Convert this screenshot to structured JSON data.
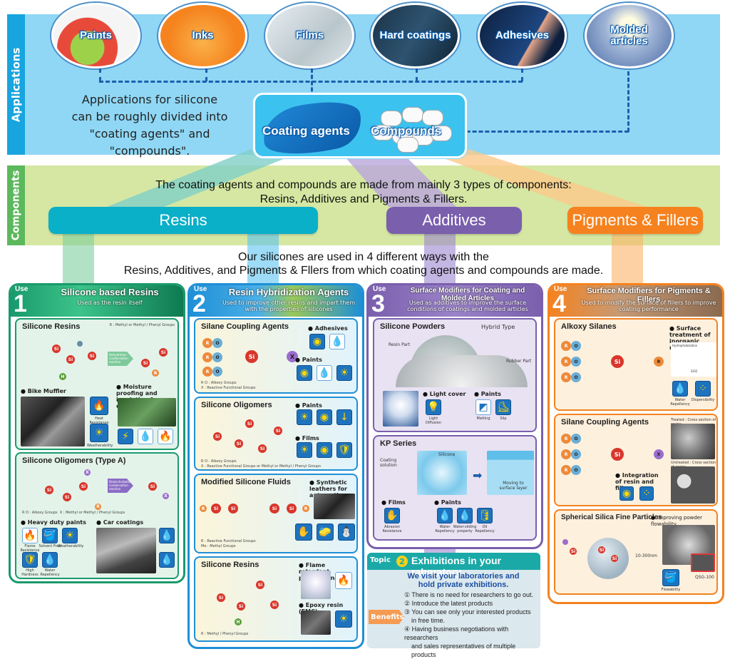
{
  "applications": {
    "section_label": "Applications",
    "items": [
      {
        "label": "Paints"
      },
      {
        "label": "Inks"
      },
      {
        "label": "Films"
      },
      {
        "label": "Hard coatings"
      },
      {
        "label": "Adhesives"
      },
      {
        "label": "Molded articles"
      }
    ],
    "description": [
      "Applications for silicone",
      "can be roughly divided into",
      "\"coating agents\" and \"compounds\"."
    ],
    "coating_agents_label": "Coating agents",
    "compounds_label": "Compounds"
  },
  "components": {
    "section_label": "Components",
    "description": [
      "The coating agents and compounds are made from mainly 3 types of components:",
      "Resins, Additives and Pigments & Fillers."
    ],
    "types": [
      {
        "label": "Resins",
        "color": "#0aafc8"
      },
      {
        "label": "Additives",
        "color": "#7a5fad"
      },
      {
        "label": "Pigments & Fillers",
        "color": "#f5821f"
      }
    ]
  },
  "ways_text": [
    "Our silicones are used in 4 different ways with the",
    "Resins, Additives, and Pigments & Fllers from which coating agents and compounds are made."
  ],
  "uses": [
    {
      "badge": "Use",
      "number": "1",
      "title": "Silicone based Resins",
      "subtitle": "Used as the resin itself",
      "color": "#1a9a6c",
      "sections": [
        {
          "title": "Silicone Resins",
          "legend": "R : Methyl or Methyl / Phenyl Groups",
          "reaction": "Dehydration condensation reaction",
          "apps": [
            {
              "label": "Bike Muffler",
              "icons": [
                "Heat Resistance",
                "Weatherability"
              ]
            },
            {
              "label": "Moisture proofing and insulation for circuit board",
              "icons": [
                "Electrical Insulation",
                "Water Resistance",
                "Flame Resistance"
              ]
            }
          ]
        },
        {
          "title": "Silicone Oligomers (Type A)",
          "legend": [
            "R O : Alkoxy Groups",
            "X : Methyl or Methyl / Phenyl Groups"
          ],
          "reaction": "Dealcoholization condensation reaction",
          "apps": [
            {
              "label": "Heavy duty paints",
              "icons": [
                "Flame Resistance",
                "Solvent Free",
                "Weatherability",
                "High Hardness",
                "Water Repellency"
              ]
            },
            {
              "label": "Car coatings",
              "icons": [
                "Water-sliding property",
                "Water Repellency"
              ]
            }
          ]
        }
      ]
    },
    {
      "badge": "Use",
      "number": "2",
      "title": "Resin Hybridization Agents",
      "subtitle": "Used to improve other resins and impart them with the properties of silicones",
      "color": "#1e8fd6",
      "sections": [
        {
          "title": "Silane Coupling Agents",
          "legend": [
            "R O : Alkoxy Groups",
            "X : Reactive Functional Groups"
          ],
          "apps": [
            {
              "label": "Adhesives",
              "icons": [
                "Adhesion",
                "Water Resistance"
              ]
            },
            {
              "label": "Paints",
              "icons": [
                "Adhesion",
                "Water Resistance",
                "Weatherability"
              ]
            }
          ]
        },
        {
          "title": "Silicone Oligomers",
          "legend": [
            "R O : Alkoxy Groups",
            "X : Reactive Functional Groups or Methyl or Methyl / Phenyl Groups"
          ],
          "apps": [
            {
              "label": "Paints",
              "icons": [
                "Weatherability",
                "Adhesion",
                "Hydrophilic Anti-staining"
              ]
            },
            {
              "label": "Films",
              "icons": [
                "Weatherability",
                "Adhesion",
                "High Hardness"
              ]
            }
          ]
        },
        {
          "title": "Modified Silicone Fluids",
          "legend": [
            "R : Reactive Functional Groups",
            "Me : Methyl Groups"
          ],
          "apps": [
            {
              "label": "Synthetic leathers for automotive",
              "icons": [
                "Abrasion Resistance",
                "Wear Resistance",
                "Cold Resistance"
              ]
            }
          ]
        },
        {
          "title": "Silicone Resins",
          "legend": [
            "R : Methyl / Phenyl Groups"
          ],
          "apps": [
            {
              "label": "Flame retardant polycarbonate",
              "icons": [
                "Flame Resistance"
              ]
            },
            {
              "label": "Epoxy resin (EMC)",
              "icons": [
                "Weatherability"
              ]
            }
          ]
        }
      ]
    },
    {
      "badge": "Use",
      "number": "3",
      "title": "Surface Modifiers for Coating and Molded Articles",
      "subtitle": "Used as additives to improve the surface conditions of coatings and molded articles",
      "color": "#7a5fad",
      "sections": [
        {
          "title": "Silicone Powders",
          "tag": "Hybrid Type",
          "labels": [
            "Resin Part",
            "Rubber Part"
          ],
          "apps": [
            {
              "label": "Light cover",
              "icons": [
                "Light Diffusion"
              ]
            },
            {
              "label": "Paints",
              "icons": [
                "Matting",
                "Slip"
              ]
            }
          ]
        },
        {
          "title": "KP Series",
          "labels": [
            "Coating solution",
            "Silicone",
            "Moving to surface layer"
          ],
          "apps": [
            {
              "label": "Films",
              "icons": [
                "Abrasion Resistance"
              ]
            },
            {
              "label": "Paints",
              "icons": [
                "Water Repellency",
                "Water-sliding property",
                "Oil Repellency"
              ]
            }
          ]
        }
      ]
    },
    {
      "badge": "Use",
      "number": "4",
      "title": "Surface Modifiers for Pigments & Fillers",
      "subtitle": "Used to modify the surface of fillers to improve coating performance",
      "color": "#f5821f",
      "sections": [
        {
          "title": "Alkoxy Silanes",
          "apps": [
            {
              "label": "Surface treatment of inorganic materials",
              "icons": [
                "Water Repellency",
                "Dispersibility"
              ]
            }
          ],
          "diagram_labels": [
            "Hydrophobization",
            "SiO2"
          ]
        },
        {
          "title": "Silane Coupling Agents",
          "photo_labels": [
            "Treated : Cross section of resins",
            "Untreated : Cross section of resins"
          ],
          "apps": [
            {
              "label": "Integration of resin and filler",
              "icons": [
                "Adhesion",
                "Dispersibility"
              ]
            }
          ]
        },
        {
          "title": "Spherical Silica Fine Particles",
          "size_label": "10-300nm",
          "product": "QSG-100",
          "apps": [
            {
              "label": "Improving powder flowability",
              "icons": [
                "Flowability"
              ]
            }
          ]
        }
      ]
    }
  ],
  "topic": {
    "badge": "Topic",
    "number": "2",
    "title": "Exhibitions in your raboratory",
    "lead": [
      "We visit your laboratories and",
      "hold private exhibitions."
    ],
    "benefits_label": "Benefits",
    "benefits": [
      "① There is no need for researchers to go out.",
      "② Introduce the latest products",
      "③ You can see only your interested products",
      "in free time.",
      "④ Having business negotiations with researchers",
      "and sales representatives of multiple products"
    ]
  }
}
